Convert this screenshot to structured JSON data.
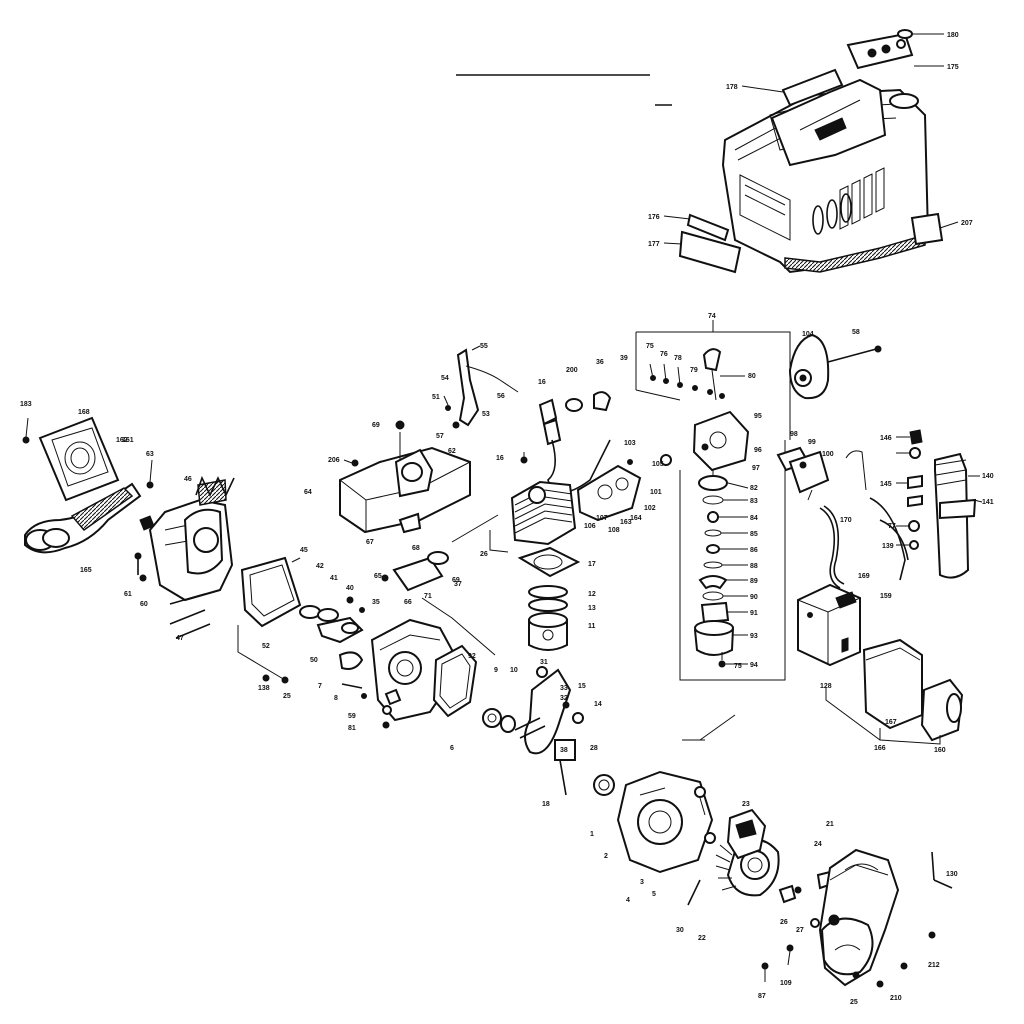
{
  "diagram": {
    "labels": [
      {
        "id": "l180",
        "text": "180"
      },
      {
        "id": "l175a",
        "text": "175"
      },
      {
        "id": "l178",
        "text": "178"
      },
      {
        "id": "l176",
        "text": "176"
      },
      {
        "id": "l177",
        "text": "177"
      },
      {
        "id": "l207",
        "text": "207"
      },
      {
        "id": "l74",
        "text": "74"
      },
      {
        "id": "l104",
        "text": "104"
      },
      {
        "id": "l58",
        "text": "58"
      },
      {
        "id": "l55",
        "text": "55"
      },
      {
        "id": "l54",
        "text": "54"
      },
      {
        "id": "l56",
        "text": "56"
      },
      {
        "id": "l51",
        "text": "51"
      },
      {
        "id": "l57",
        "text": "57"
      },
      {
        "id": "l53",
        "text": "53"
      },
      {
        "id": "l16a",
        "text": "16"
      },
      {
        "id": "l200",
        "text": "200"
      },
      {
        "id": "l36",
        "text": "36"
      },
      {
        "id": "l39",
        "text": "39"
      },
      {
        "id": "l103",
        "text": "103"
      },
      {
        "id": "l16b",
        "text": "16"
      },
      {
        "id": "l69",
        "text": "69"
      },
      {
        "id": "l62",
        "text": "62"
      },
      {
        "id": "l206",
        "text": "206"
      },
      {
        "id": "l64",
        "text": "64"
      },
      {
        "id": "l67",
        "text": "67"
      },
      {
        "id": "l26",
        "text": "26"
      },
      {
        "id": "l17",
        "text": "17"
      },
      {
        "id": "l12",
        "text": "12"
      },
      {
        "id": "l13",
        "text": "13"
      },
      {
        "id": "l11",
        "text": "11"
      },
      {
        "id": "l101",
        "text": "101"
      },
      {
        "id": "l102",
        "text": "102"
      },
      {
        "id": "l168",
        "text": "168"
      },
      {
        "id": "l183",
        "text": "183"
      },
      {
        "id": "l162",
        "text": "162"
      },
      {
        "id": "l161",
        "text": "161"
      },
      {
        "id": "l165",
        "text": "165"
      },
      {
        "id": "l63",
        "text": "63"
      },
      {
        "id": "l46",
        "text": "46"
      },
      {
        "id": "l45",
        "text": "45"
      },
      {
        "id": "l52",
        "text": "52"
      },
      {
        "id": "l47",
        "text": "47"
      },
      {
        "id": "l61",
        "text": "61"
      },
      {
        "id": "l60",
        "text": "60"
      },
      {
        "id": "l42",
        "text": "42"
      },
      {
        "id": "l41",
        "text": "41"
      },
      {
        "id": "l40",
        "text": "40"
      },
      {
        "id": "l35",
        "text": "35"
      },
      {
        "id": "l71",
        "text": "71"
      },
      {
        "id": "l68",
        "text": "68"
      },
      {
        "id": "l50",
        "text": "50"
      },
      {
        "id": "l7",
        "text": "7"
      },
      {
        "id": "l8",
        "text": "8"
      },
      {
        "id": "l59",
        "text": "59"
      },
      {
        "id": "l81",
        "text": "81"
      },
      {
        "id": "l6",
        "text": "6"
      },
      {
        "id": "l138",
        "text": "138"
      },
      {
        "id": "l25a",
        "text": "25"
      },
      {
        "id": "l92",
        "text": "92"
      },
      {
        "id": "l9",
        "text": "9"
      },
      {
        "id": "l10",
        "text": "10"
      },
      {
        "id": "l15",
        "text": "15"
      },
      {
        "id": "l14",
        "text": "14"
      },
      {
        "id": "l28",
        "text": "28"
      },
      {
        "id": "l18",
        "text": "18"
      },
      {
        "id": "l140",
        "text": "140"
      },
      {
        "id": "l141",
        "text": "141"
      },
      {
        "id": "l77",
        "text": "77"
      },
      {
        "id": "l139",
        "text": "139"
      },
      {
        "id": "l146",
        "text": "146"
      },
      {
        "id": "l145",
        "text": "145"
      },
      {
        "id": "l170",
        "text": "170"
      },
      {
        "id": "l169",
        "text": "169"
      },
      {
        "id": "l159",
        "text": "159"
      },
      {
        "id": "l128",
        "text": "128"
      },
      {
        "id": "l167",
        "text": "167"
      },
      {
        "id": "l166",
        "text": "166"
      },
      {
        "id": "l160",
        "text": "160"
      },
      {
        "id": "l23",
        "text": "23"
      },
      {
        "id": "l24",
        "text": "24"
      },
      {
        "id": "l21",
        "text": "21"
      },
      {
        "id": "l22",
        "text": "22"
      },
      {
        "id": "l26b",
        "text": "26"
      },
      {
        "id": "l27",
        "text": "27"
      },
      {
        "id": "l30",
        "text": "30"
      },
      {
        "id": "l130",
        "text": "130"
      },
      {
        "id": "l212",
        "text": "212"
      },
      {
        "id": "l87",
        "text": "87"
      },
      {
        "id": "l109",
        "text": "109"
      },
      {
        "id": "l25b",
        "text": "25"
      },
      {
        "id": "l210",
        "text": "210"
      },
      {
        "id": "l1",
        "text": "1"
      },
      {
        "id": "l2",
        "text": "2"
      },
      {
        "id": "l3",
        "text": "3"
      },
      {
        "id": "l4",
        "text": "4"
      },
      {
        "id": "l5",
        "text": "5"
      },
      {
        "id": "l75a",
        "text": "75"
      },
      {
        "id": "l76",
        "text": "76"
      },
      {
        "id": "l78",
        "text": "78"
      },
      {
        "id": "l79",
        "text": "79"
      },
      {
        "id": "l80",
        "text": "80"
      },
      {
        "id": "l82",
        "text": "82"
      },
      {
        "id": "l83",
        "text": "83"
      },
      {
        "id": "l84",
        "text": "84"
      },
      {
        "id": "l85",
        "text": "85"
      },
      {
        "id": "l86",
        "text": "86"
      },
      {
        "id": "l88",
        "text": "88"
      },
      {
        "id": "l89",
        "text": "89"
      },
      {
        "id": "l90",
        "text": "90"
      },
      {
        "id": "l91",
        "text": "91"
      },
      {
        "id": "l93",
        "text": "93"
      },
      {
        "id": "l94",
        "text": "94"
      },
      {
        "id": "l95",
        "text": "95"
      },
      {
        "id": "l96",
        "text": "96"
      },
      {
        "id": "l97",
        "text": "97"
      },
      {
        "id": "l98",
        "text": "98"
      },
      {
        "id": "l99",
        "text": "99"
      },
      {
        "id": "l100",
        "text": "100"
      },
      {
        "id": "l75b",
        "text": "75"
      },
      {
        "id": "l105",
        "text": "105"
      },
      {
        "id": "l106",
        "text": "106"
      },
      {
        "id": "l107",
        "text": "107"
      },
      {
        "id": "l108",
        "text": "108"
      },
      {
        "id": "l163",
        "text": "163"
      },
      {
        "id": "l164",
        "text": "164"
      },
      {
        "id": "l65",
        "text": "65"
      },
      {
        "id": "l66",
        "text": "66"
      },
      {
        "id": "l69b",
        "text": "69"
      },
      {
        "id": "l37",
        "text": "37"
      },
      {
        "id": "l38",
        "text": "38"
      },
      {
        "id": "l33",
        "text": "33"
      },
      {
        "id": "l32",
        "text": "32"
      },
      {
        "id": "l31",
        "text": "31"
      }
    ]
  }
}
